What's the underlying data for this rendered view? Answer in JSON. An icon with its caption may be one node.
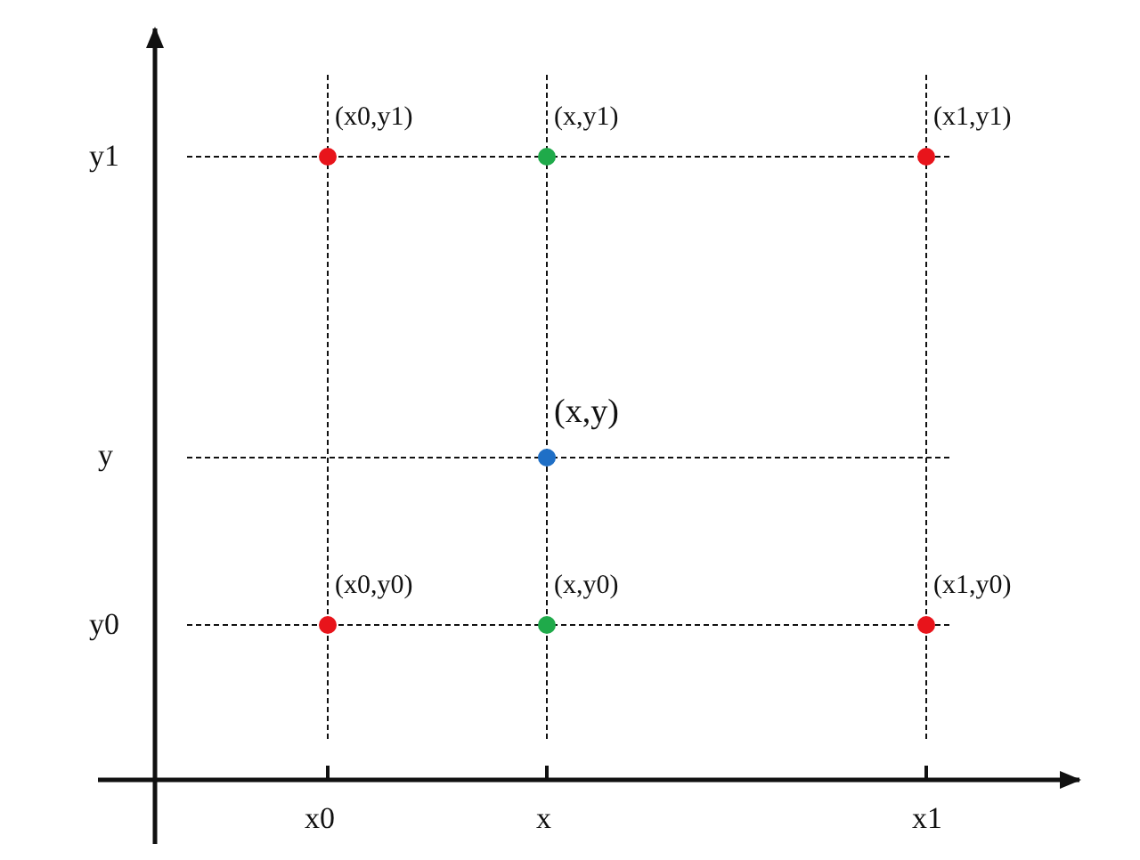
{
  "diagram": {
    "nodes": [
      {
        "text": [],
        "shape": "circle",
        "beside": [
          "(x0,y1)"
        ]
      },
      {
        "text": [],
        "shape": "circle",
        "beside": [
          "(x,y1)"
        ]
      },
      {
        "text": [],
        "shape": "circle",
        "beside": [
          "(x1,y1)"
        ]
      },
      {
        "text": [],
        "shape": "circle",
        "beside": [
          "(x,y)"
        ]
      },
      {
        "text": [],
        "shape": "circle",
        "beside": [
          "(x0,y0)"
        ]
      },
      {
        "text": [],
        "shape": "circle",
        "beside": [
          "(x,y0)"
        ]
      },
      {
        "text": [],
        "shape": "circle",
        "beside": [
          "(x1,y0)"
        ]
      }
    ],
    "edges": [],
    "labels": [
      "y1",
      "y",
      "y0",
      "x0",
      "x",
      "x1"
    ]
  }
}
